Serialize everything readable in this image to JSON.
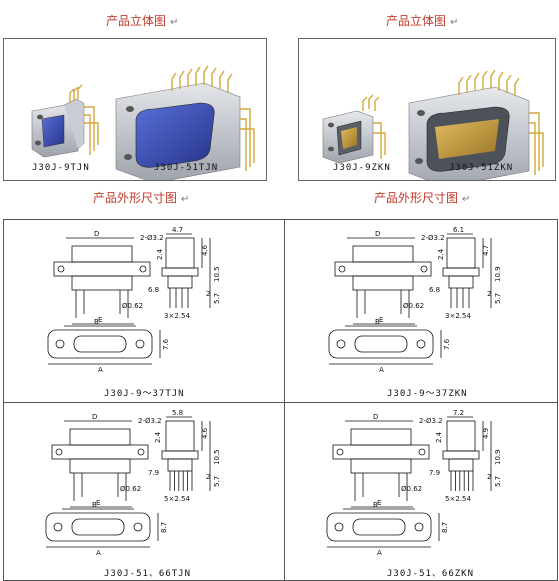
{
  "headings": {
    "left_3d": "产品立体图",
    "right_3d": "产品立体图",
    "outline": "产品外形尺寸图",
    "mark": "↵"
  },
  "photos": {
    "left": [
      "J30J-9TJN",
      "J30J-51TJN"
    ],
    "right": [
      "J30J-9ZKN",
      "J30J-51ZKN"
    ]
  },
  "colors": {
    "heading": "#c0392b",
    "shell": "#b8bcc4",
    "pins_gold": "#d4a83a",
    "insert_blue": "#3a4fb0",
    "insert_gold": "#c9a04a"
  },
  "drawings": [
    {
      "title": "J30J-9～37TJN",
      "dims": {
        "d": "D",
        "holes": "2-Ø3.2",
        "top_w": "4.7",
        "h1": "4.6",
        "h2": "10.5",
        "h3": "2.4",
        "pin": "6.8",
        "h4": "2",
        "h5": "5.7",
        "b": "B",
        "e": "E",
        "pin_dia": "Ø0.62",
        "pitch": "3×2.54",
        "a": "A",
        "side_h": "7.6"
      }
    },
    {
      "title": "J30J-9～37ZKN",
      "dims": {
        "d": "D",
        "holes": "2-Ø3.2",
        "top_w": "6.1",
        "h1": "4.7",
        "h2": "10.9",
        "h3": "2.4",
        "pin": "6.8",
        "h4": "2",
        "h5": "5.7",
        "b": "B",
        "e": "E",
        "pin_dia": "Ø0.62",
        "pitch": "3×2.54",
        "a": "A",
        "side_h": "7.6"
      }
    },
    {
      "title": "J30J-51、66TJN",
      "dims": {
        "d": "D",
        "holes": "2-Ø3.2",
        "top_w": "5.8",
        "h1": "4.6",
        "h2": "10.5",
        "h3": "2.4",
        "pin": "7.9",
        "h4": "2",
        "h5": "5.7",
        "b": "B",
        "e": "E",
        "pin_dia": "Ø0.62",
        "pitch": "5×2.54",
        "a": "A",
        "side_h": "8.7"
      }
    },
    {
      "title": "J30J-51、66ZKN",
      "dims": {
        "d": "D",
        "holes": "2-Ø3.2",
        "top_w": "7.2",
        "h1": "4.9",
        "h2": "10.9",
        "h3": "2.4",
        "pin": "7.9",
        "h4": "2",
        "h5": "5.7",
        "b": "B",
        "e": "E",
        "pin_dia": "Ø0.62",
        "pitch": "5×2.54",
        "a": "A",
        "side_h": "8.7"
      }
    }
  ]
}
